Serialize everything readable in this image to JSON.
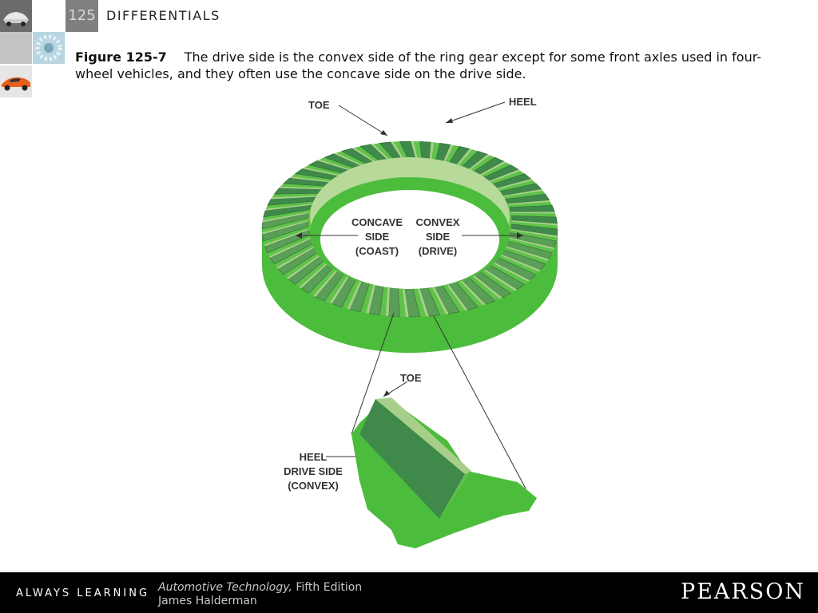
{
  "header": {
    "chapter_number": "125",
    "chapter_title": "DIFFERENTIALS"
  },
  "caption": {
    "figure_label": "Figure 125-7",
    "text": "The drive side is the convex side of the ring gear except for some front axles used in four-wheel vehicles, and they often use the concave side on the drive side."
  },
  "diagram": {
    "labels": {
      "toe_top": "TOE",
      "heel_top": "HEEL",
      "concave_1": "CONCAVE",
      "concave_2": "SIDE",
      "concave_3": "(COAST)",
      "convex_1": "CONVEX",
      "convex_2": "SIDE",
      "convex_3": "(DRIVE)",
      "toe_detail": "TOE",
      "heel_detail_1": "HEEL",
      "heel_detail_2": "DRIVE SIDE",
      "heel_detail_3": "(CONVEX)"
    },
    "colors": {
      "gear_body": "#4cbc3c",
      "tooth_dark": "#3f8a4a",
      "tooth_light": "#a8cf8a",
      "tooth_mid": "#5a9e58"
    }
  },
  "footer": {
    "tagline": "ALWAYS LEARNING",
    "book_title": "Automotive Technology,",
    "edition": " Fifth Edition",
    "author": "James Halderman",
    "publisher": "PEARSON"
  }
}
